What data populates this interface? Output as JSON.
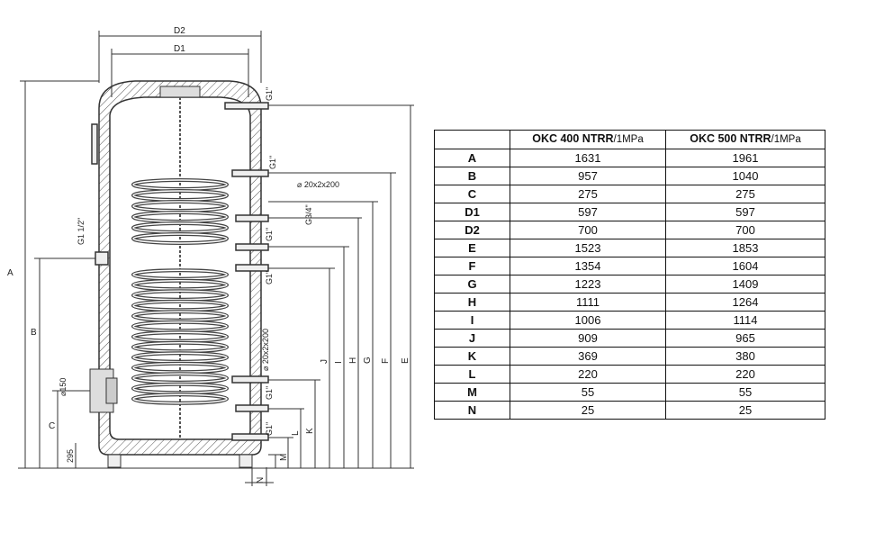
{
  "drawing": {
    "top_labels": [
      "D2",
      "D1"
    ],
    "fittings": [
      "G1\"",
      "G1\"",
      "⌀ 20x2x200",
      "G3/4\"",
      "G1\"",
      "G1\"",
      "⌀ 20x2x200",
      "G1\"",
      "G1\""
    ],
    "left_labels": [
      "A",
      "B",
      "C",
      "G1 1/2\"",
      "⌀150",
      "295"
    ],
    "right_labels": [
      "N",
      "M",
      "L",
      "K",
      "J",
      "I",
      "H",
      "G",
      "F",
      "E"
    ]
  },
  "table": {
    "headers": [
      {
        "model": "",
        "unit": ""
      },
      {
        "model": "OKC 400 NTRR",
        "unit": "/1MPa"
      },
      {
        "model": "OKC 500 NTRR",
        "unit": "/1MPa"
      }
    ],
    "rows": [
      {
        "label": "A",
        "v1": "1631",
        "v2": "1961"
      },
      {
        "label": "B",
        "v1": "957",
        "v2": "1040"
      },
      {
        "label": "C",
        "v1": "275",
        "v2": "275"
      },
      {
        "label": "D1",
        "v1": "597",
        "v2": "597"
      },
      {
        "label": "D2",
        "v1": "700",
        "v2": "700"
      },
      {
        "label": "E",
        "v1": "1523",
        "v2": "1853"
      },
      {
        "label": "F",
        "v1": "1354",
        "v2": "1604"
      },
      {
        "label": "G",
        "v1": "1223",
        "v2": "1409"
      },
      {
        "label": "H",
        "v1": "1111",
        "v2": "1264"
      },
      {
        "label": "I",
        "v1": "1006",
        "v2": "1114"
      },
      {
        "label": "J",
        "v1": "909",
        "v2": "965"
      },
      {
        "label": "K",
        "v1": "369",
        "v2": "380"
      },
      {
        "label": "L",
        "v1": "220",
        "v2": "220"
      },
      {
        "label": "M",
        "v1": "55",
        "v2": "55"
      },
      {
        "label": "N",
        "v1": "25",
        "v2": "25"
      }
    ]
  }
}
